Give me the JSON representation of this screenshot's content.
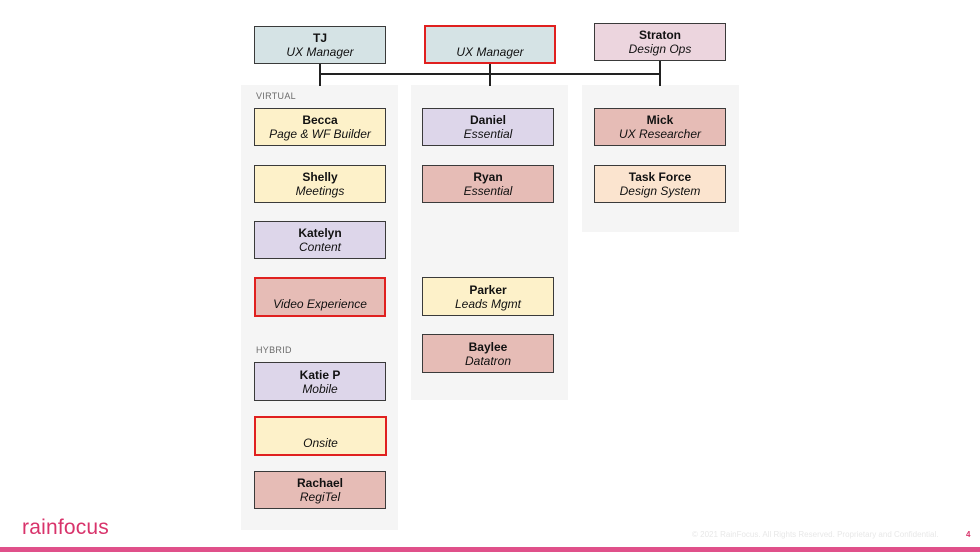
{
  "top": [
    {
      "name": "TJ",
      "role": "UX Manager",
      "color": "#d5e3e5"
    },
    {
      "name": "",
      "role": "UX Manager",
      "color": "#d5e3e5",
      "vacant": true
    },
    {
      "name": "Straton",
      "role": "Design Ops",
      "color": "#ecd5de"
    }
  ],
  "col1": {
    "virtual_label": "VIRTUAL",
    "hybrid_label": "HYBRID",
    "items": [
      {
        "name": "Becca",
        "role": "Page & WF Builder"
      },
      {
        "name": "Shelly",
        "role": "Meetings"
      },
      {
        "name": "Katelyn",
        "role": "Content"
      },
      {
        "name": "",
        "role": "Video Experience"
      },
      {
        "name": "Katie P",
        "role": "Mobile"
      },
      {
        "name": "",
        "role": "Onsite"
      },
      {
        "name": "Rachael",
        "role": "RegiTel"
      }
    ]
  },
  "col2": {
    "items": [
      {
        "name": "Daniel",
        "role": "Essential"
      },
      {
        "name": "Ryan",
        "role": "Essential"
      },
      {
        "name": "Parker",
        "role": "Leads Mgmt"
      },
      {
        "name": "Baylee",
        "role": "Datatron"
      }
    ]
  },
  "col3": {
    "items": [
      {
        "name": "Mick",
        "role": "UX Researcher"
      },
      {
        "name": "Task Force",
        "role": "Design System"
      }
    ]
  },
  "footer": {
    "logo_text": "rainfocus",
    "copyright": "© 2021 RainFocus. All Rights Reserved. Proprietary and Confidential.",
    "page_number": "4"
  },
  "colors": {
    "brand": "#d8336b",
    "vacant_border": "#e0201f"
  }
}
